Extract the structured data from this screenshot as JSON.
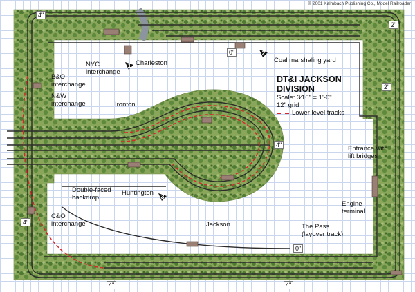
{
  "copyright": "© 2001 Kalmbach Publishing Co., Model Railroader",
  "legend": {
    "title": "DT&I JACKSON DIVISION",
    "scale": "Scale: 3⁄16\" = 1'-0\"",
    "grid": "12\" grid",
    "lower_level": "Lower level tracks"
  },
  "labels": {
    "charleston": "Charleston",
    "nyc_interchange": "NYC interchange",
    "coal_yard": "Coal marshaling yard",
    "bo_interchange": "B&O interchange",
    "nw_interchange": "N&W interchange",
    "ironton": "Ironton",
    "double_faced_backdrop": "Double-faced backdrop",
    "huntington": "Huntington",
    "co_interchange": "C&O interchange",
    "jackson": "Jackson",
    "the_pass": "The Pass (layover track)",
    "entrance": "Entrance with lift bridges",
    "engine_terminal": "Engine terminal"
  },
  "elevations": {
    "e_top_left": "4\"",
    "e_top_right": "2\"",
    "e_zero_top": "0\"",
    "e_right_mid": "2\"",
    "e_mid": "4\"",
    "e_left_low": "4\"",
    "e_zero_bottom": "0\"",
    "e_bottom_left": "4\"",
    "e_bottom_right": "4\""
  },
  "scenes": {
    "s1": "1",
    "s2": "2",
    "s3": "3"
  },
  "colors": {
    "scenery": "#7f9c4f",
    "track": "#2b2b2b",
    "lower_level": "#d8262b",
    "grid": "#c9d6ee"
  }
}
